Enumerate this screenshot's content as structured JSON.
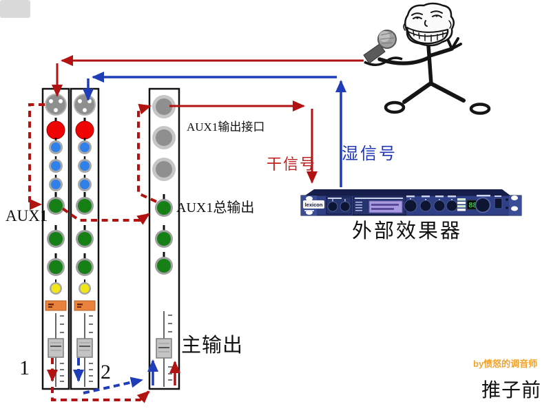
{
  "colors": {
    "signal_red": "#b11212",
    "signal_blue": "#1f3db8",
    "dry_text_red": "#c02020",
    "wet_text_blue": "#2036b8",
    "knob_red": "#ee0404",
    "knob_blue": "#2f80e8",
    "knob_green": "#168016",
    "knob_yellow": "#f2e617",
    "mute_orange": "#e8823c",
    "device_body": "#2e3f85",
    "device_top": "#161f4c",
    "device_lcd": "#a89ae0",
    "device_led_green": "#35c53a",
    "credit_orange": "#f2a229",
    "jack_gray": "#8f8f8f",
    "ring_gray": "#a8a8a8"
  },
  "labels": {
    "aux1": "AUX1",
    "aux1_output_port": "AUX1输出接口",
    "aux1_master_output": "AUX1总输出",
    "dry_signal": "干信号",
    "wet_signal": "湿信号",
    "external_effects": "外部效果器",
    "main_output": "主输出",
    "channel_1": "1",
    "channel_2": "2",
    "pre_fader": "推子前",
    "credit": "by愤怒的调音师"
  },
  "device": {
    "brand": "lexicon",
    "led_value": "88"
  }
}
